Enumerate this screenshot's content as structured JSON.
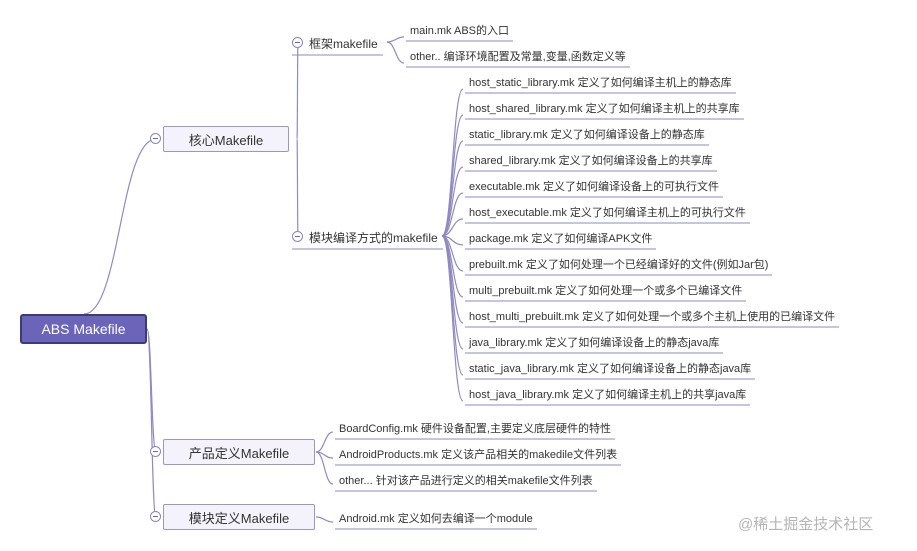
{
  "root": "ABS Makefile",
  "core": {
    "label": "核心Makefile",
    "framework": {
      "label": "框架makefile",
      "items": [
        "main.mk ABS的入口",
        "other.. 编译环境配置及常量,变量,函数定义等"
      ]
    },
    "modules": {
      "label": "模块编译方式的makefile",
      "items": [
        "host_static_library.mk 定义了如何编译主机上的静态库",
        "host_shared_library.mk 定义了如何编译主机上的共享库",
        "static_library.mk 定义了如何编译设备上的静态库",
        "shared_library.mk 定义了如何编译设备上的共享库",
        "executable.mk 定义了如何编译设备上的可执行文件",
        "host_executable.mk 定义了如何编译主机上的可执行文件",
        "package.mk 定义了如何编译APK文件",
        "prebuilt.mk 定义了如何处理一个已经编译好的文件(例如Jar包)",
        "multi_prebuilt.mk 定义了如何处理一个或多个已编译文件",
        "host_multi_prebuilt.mk 定义了如何处理一个或多个主机上使用的已编译文件",
        "java_library.mk 定义了如何编译设备上的静态java库",
        "static_java_library.mk 定义了如何编译设备上的静态java库",
        "host_java_library.mk 定义了如何编译主机上的共享java库"
      ]
    }
  },
  "product": {
    "label": "产品定义Makefile",
    "items": [
      "BoardConfig.mk 硬件设备配置,主要定义底层硬件的特性",
      "AndroidProducts.mk 定义该产品相关的makedile文件列表",
      "other... 针对该产品进行定义的相关makefile文件列表"
    ]
  },
  "module": {
    "label": "模块定义Makefile",
    "items": [
      "Android.mk 定义如何去编译一个module"
    ]
  },
  "watermark": "@稀土掘金技术社区",
  "colors": {
    "root_fill": "#6b64b8",
    "root_border": "#3d3a7a",
    "branch_line": "#8f8ac0",
    "node_fill": "#f4f3fb"
  }
}
